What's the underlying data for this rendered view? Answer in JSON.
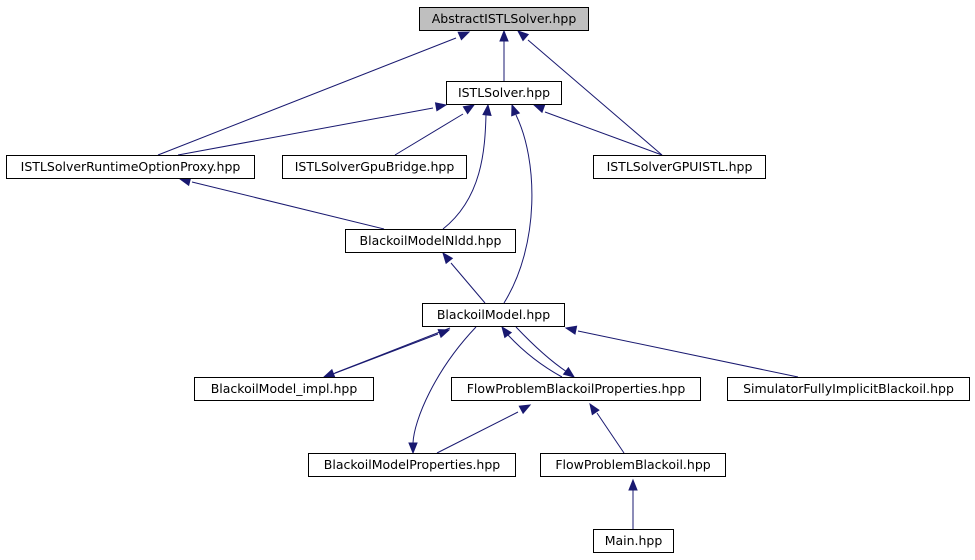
{
  "diagram": {
    "type": "include-dependency-graph",
    "colors": {
      "edge": "#191970",
      "root_fill": "#bfbfbf",
      "node_fill": "#ffffff",
      "node_border": "#000000"
    },
    "nodes": [
      {
        "id": "abstract",
        "label": "AbstractISTLSolver.hpp",
        "highlight": true
      },
      {
        "id": "istlsolver",
        "label": "ISTLSolver.hpp"
      },
      {
        "id": "runtimeproxy",
        "label": "ISTLSolverRuntimeOptionProxy.hpp"
      },
      {
        "id": "gpubridge",
        "label": "ISTLSolverGpuBridge.hpp"
      },
      {
        "id": "gpuistl",
        "label": "ISTLSolverGPUISTL.hpp"
      },
      {
        "id": "nldd",
        "label": "BlackoilModelNldd.hpp"
      },
      {
        "id": "model",
        "label": "BlackoilModel.hpp"
      },
      {
        "id": "modelimpl",
        "label": "BlackoilModel_impl.hpp"
      },
      {
        "id": "flowprops",
        "label": "FlowProblemBlackoilProperties.hpp"
      },
      {
        "id": "simulator",
        "label": "SimulatorFullyImplicitBlackoil.hpp"
      },
      {
        "id": "modelprops",
        "label": "BlackoilModelProperties.hpp"
      },
      {
        "id": "flowproblem",
        "label": "FlowProblemBlackoil.hpp"
      },
      {
        "id": "main",
        "label": "Main.hpp"
      }
    ],
    "edges": [
      {
        "from": "istlsolver",
        "to": "abstract"
      },
      {
        "from": "runtimeproxy",
        "to": "abstract"
      },
      {
        "from": "gpuistl",
        "to": "abstract"
      },
      {
        "from": "runtimeproxy",
        "to": "istlsolver"
      },
      {
        "from": "gpubridge",
        "to": "istlsolver"
      },
      {
        "from": "gpuistl",
        "to": "istlsolver"
      },
      {
        "from": "nldd",
        "to": "istlsolver"
      },
      {
        "from": "model",
        "to": "istlsolver"
      },
      {
        "from": "nldd",
        "to": "runtimeproxy"
      },
      {
        "from": "model",
        "to": "nldd"
      },
      {
        "from": "modelimpl",
        "to": "model"
      },
      {
        "from": "model",
        "to": "modelimpl"
      },
      {
        "from": "flowprops",
        "to": "model"
      },
      {
        "from": "model",
        "to": "flowprops"
      },
      {
        "from": "simulator",
        "to": "model"
      },
      {
        "from": "modelprops",
        "to": "model"
      },
      {
        "from": "modelprops",
        "to": "flowprops"
      },
      {
        "from": "flowproblem",
        "to": "flowprops"
      },
      {
        "from": "main",
        "to": "flowproblem"
      }
    ]
  }
}
